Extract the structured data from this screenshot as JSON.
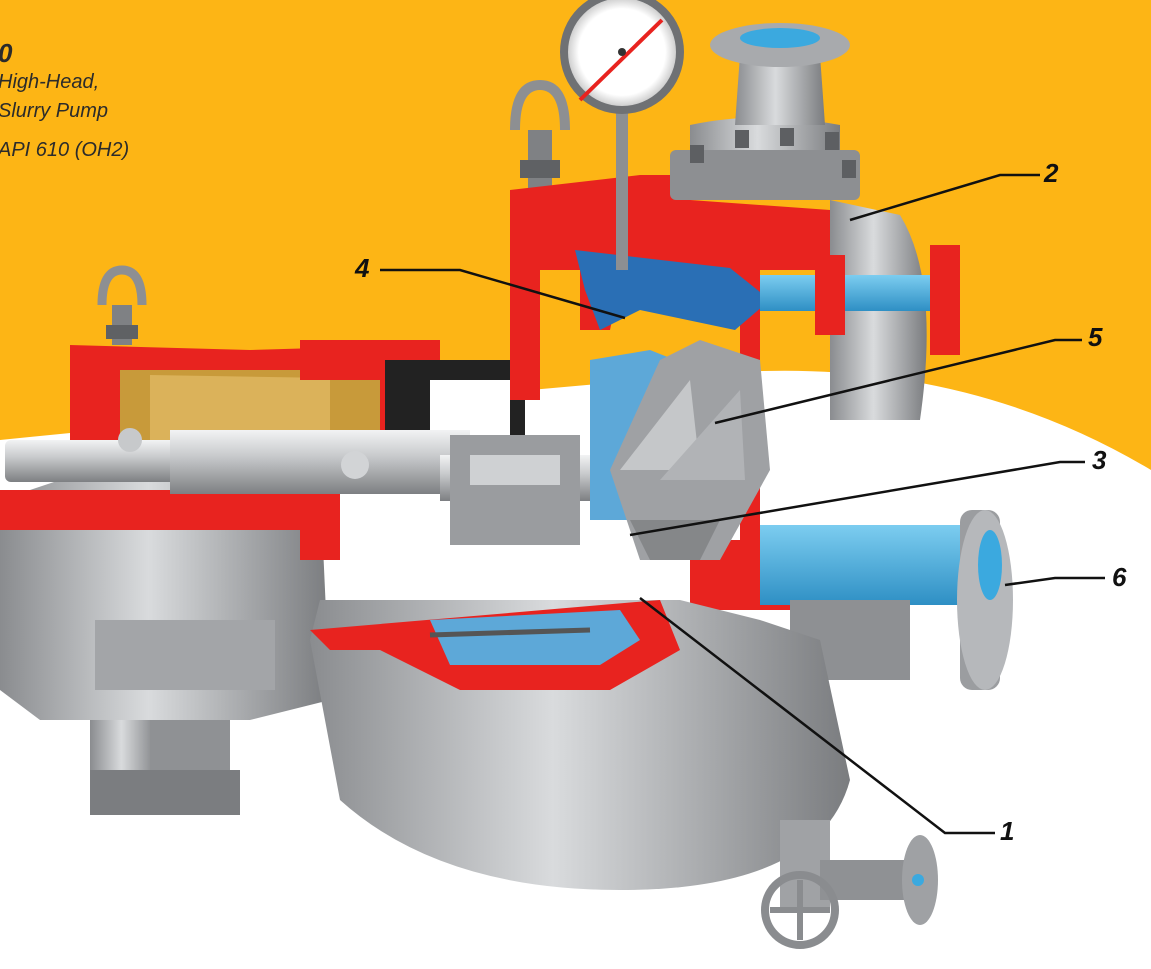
{
  "caption": {
    "title": "0",
    "line1": "High-Head,",
    "line2": "Slurry Pump",
    "line3": "API 610 (OH2)"
  },
  "callouts": [
    "2",
    "4",
    "5",
    "3",
    "6",
    "1"
  ],
  "colors": {
    "background_band": "#FDB515",
    "casing_section": "#E8231F",
    "fluid_passage": "#3BA9DF",
    "metal": "#9A9C9F",
    "bearing_housing_interior": "#C89A3A"
  }
}
